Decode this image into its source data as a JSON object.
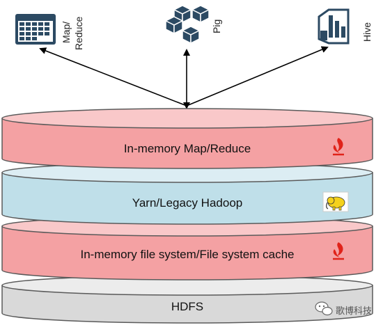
{
  "icons": {
    "mapreduce": {
      "label_line1": "Map/",
      "label_line2": "Reduce",
      "icon": "calendar-grid-icon"
    },
    "pig": {
      "label": "Pig",
      "icon": "stacked-cubes-icon"
    },
    "hive": {
      "label": "Hive",
      "icon": "bar-chart-icon"
    }
  },
  "layers": [
    {
      "label": "In-memory Map/Reduce",
      "fill": "#f4a1a3",
      "top_fill": "#f9c8c9",
      "badge": "flame-icon"
    },
    {
      "label": "Yarn/Legacy Hadoop",
      "fill": "#bfdfe9",
      "top_fill": "#dcedf3",
      "badge": "hadoop-elephant-icon"
    },
    {
      "label": "In-memory file system/File system cache",
      "fill": "#f4a1a3",
      "top_fill": "#f9c8c9",
      "badge": "flame-icon"
    },
    {
      "label": "HDFS",
      "fill": "#d9d9d9",
      "top_fill": "#ececec",
      "badge": "none"
    }
  ],
  "watermark": {
    "text": "歌博科技",
    "icon": "wechat-icon"
  },
  "colors": {
    "icon_blue": "#2c4a63",
    "outline": "#5a5a5a",
    "flame": "#e0231a",
    "elephant": "#f5d21b"
  }
}
